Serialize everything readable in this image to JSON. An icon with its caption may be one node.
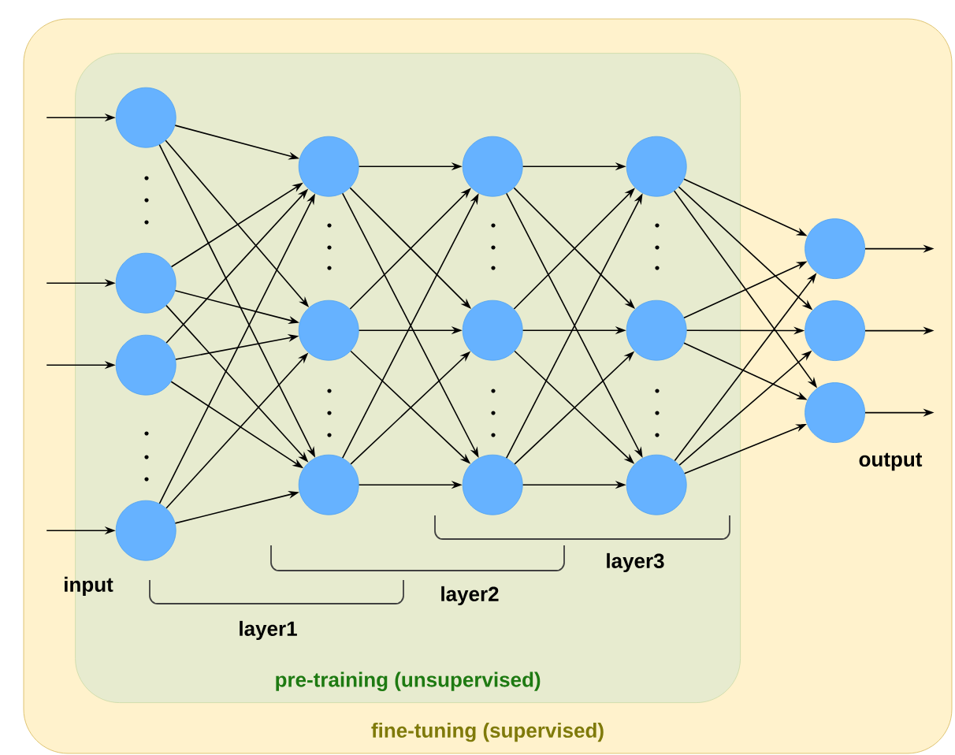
{
  "diagram": {
    "nodes": [
      {
        "text": [
          "fine-tuning (supervised)"
        ]
      },
      {
        "text": [
          "pre-training (unsupervised)"
        ],
        "in": 0
      },
      {
        "text": [],
        "shape": "circle",
        "in": 1
      },
      {
        "text": [],
        "shape": "circle",
        "in": 1
      },
      {
        "text": [],
        "shape": "circle",
        "in": 1
      },
      {
        "text": [],
        "shape": "circle",
        "in": 1
      },
      {
        "text": [],
        "shape": "circle",
        "in": 1
      },
      {
        "text": [],
        "shape": "circle",
        "in": 1
      },
      {
        "text": [],
        "shape": "circle",
        "in": 1
      },
      {
        "text": [],
        "shape": "circle",
        "in": 1
      },
      {
        "text": [],
        "shape": "circle",
        "in": 1
      },
      {
        "text": [],
        "shape": "circle",
        "in": 1
      },
      {
        "text": [],
        "shape": "circle",
        "in": 1
      },
      {
        "text": [],
        "shape": "circle",
        "in": 1
      },
      {
        "text": [],
        "shape": "circle",
        "in": 1
      },
      {
        "text": [],
        "shape": "circle",
        "in": 0
      },
      {
        "text": [],
        "shape": "circle",
        "in": 0
      },
      {
        "text": [],
        "shape": "circle",
        "in": 0
      }
    ],
    "edges": [
      {
        "from": null,
        "to": 2,
        "arrow": "to"
      },
      {
        "from": null,
        "to": 3,
        "arrow": "to"
      },
      {
        "from": null,
        "to": 4,
        "arrow": "to"
      },
      {
        "from": null,
        "to": 5,
        "arrow": "to"
      },
      {
        "from": 2,
        "to": 6,
        "arrow": "to"
      },
      {
        "from": 2,
        "to": 7,
        "arrow": "to"
      },
      {
        "from": 2,
        "to": 8,
        "arrow": "to"
      },
      {
        "from": 3,
        "to": 6,
        "arrow": "to"
      },
      {
        "from": 3,
        "to": 7,
        "arrow": "to"
      },
      {
        "from": 3,
        "to": 8,
        "arrow": "to"
      },
      {
        "from": 4,
        "to": 6,
        "arrow": "to"
      },
      {
        "from": 4,
        "to": 7,
        "arrow": "to"
      },
      {
        "from": 4,
        "to": 8,
        "arrow": "to"
      },
      {
        "from": 5,
        "to": 6,
        "arrow": "to"
      },
      {
        "from": 5,
        "to": 7,
        "arrow": "to"
      },
      {
        "from": 5,
        "to": 8,
        "arrow": "to"
      },
      {
        "from": 6,
        "to": 9,
        "arrow": "to"
      },
      {
        "from": 6,
        "to": 10,
        "arrow": "to"
      },
      {
        "from": 6,
        "to": 11,
        "arrow": "to"
      },
      {
        "from": 7,
        "to": 9,
        "arrow": "to"
      },
      {
        "from": 7,
        "to": 10,
        "arrow": "to"
      },
      {
        "from": 7,
        "to": 11,
        "arrow": "to"
      },
      {
        "from": 8,
        "to": 9,
        "arrow": "to"
      },
      {
        "from": 8,
        "to": 10,
        "arrow": "to"
      },
      {
        "from": 8,
        "to": 11,
        "arrow": "to"
      },
      {
        "from": 9,
        "to": 12,
        "arrow": "to"
      },
      {
        "from": 9,
        "to": 13,
        "arrow": "to"
      },
      {
        "from": 9,
        "to": 14,
        "arrow": "to"
      },
      {
        "from": 10,
        "to": 12,
        "arrow": "to"
      },
      {
        "from": 10,
        "to": 13,
        "arrow": "to"
      },
      {
        "from": 10,
        "to": 14,
        "arrow": "to"
      },
      {
        "from": 11,
        "to": 12,
        "arrow": "to"
      },
      {
        "from": 11,
        "to": 13,
        "arrow": "to"
      },
      {
        "from": 11,
        "to": 14,
        "arrow": "to"
      },
      {
        "from": 12,
        "to": 15,
        "arrow": "to"
      },
      {
        "from": 12,
        "to": 16,
        "arrow": "to"
      },
      {
        "from": 12,
        "to": 17,
        "arrow": "to"
      },
      {
        "from": 13,
        "to": 15,
        "arrow": "to"
      },
      {
        "from": 13,
        "to": 16,
        "arrow": "to"
      },
      {
        "from": 13,
        "to": 17,
        "arrow": "to"
      },
      {
        "from": 14,
        "to": 15,
        "arrow": "to"
      },
      {
        "from": 14,
        "to": 16,
        "arrow": "to"
      },
      {
        "from": 14,
        "to": 17,
        "arrow": "to"
      },
      {
        "from": 15,
        "to": null,
        "arrow": "to"
      },
      {
        "from": 16,
        "to": null,
        "arrow": "to"
      },
      {
        "from": 17,
        "to": null,
        "arrow": "to"
      }
    ],
    "labels": [
      "input",
      "layer1",
      "layer2",
      "layer3",
      "output"
    ]
  }
}
